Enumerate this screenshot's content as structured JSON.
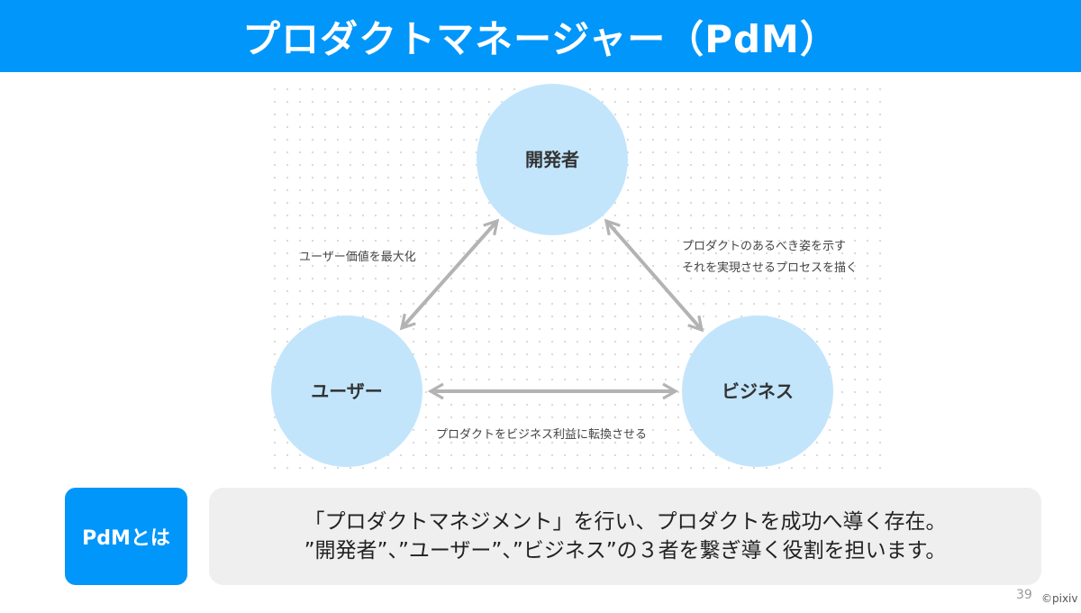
{
  "header": {
    "title": "プロダクトマネージャー（PdM）"
  },
  "diagram": {
    "nodes": {
      "developer": "開発者",
      "user": "ユーザー",
      "business": "ビジネス"
    },
    "edges": {
      "user_developer": "ユーザー価値を最大化",
      "developer_business_line1": "プロダクトのあるべき姿を示す",
      "developer_business_line2": "それを実現させるプロセスを描く",
      "user_business": "プロダクトをビジネス利益に転換させる"
    }
  },
  "definition": {
    "label": "PdMとは",
    "line1": "「プロダクトマネジメント」を行い、プロダクトを成功へ導く存在。",
    "line2": "”開発者”、”ユーザー”、”ビジネス”の３者を繋ぎ導く役割を担います。"
  },
  "footer": {
    "page_number": "39",
    "copyright": "©pixiv"
  },
  "colors": {
    "accent": "#0096fa",
    "node_fill": "#c2e5fc",
    "arrow": "#b3b3b3",
    "definition_bg": "#efefef"
  }
}
